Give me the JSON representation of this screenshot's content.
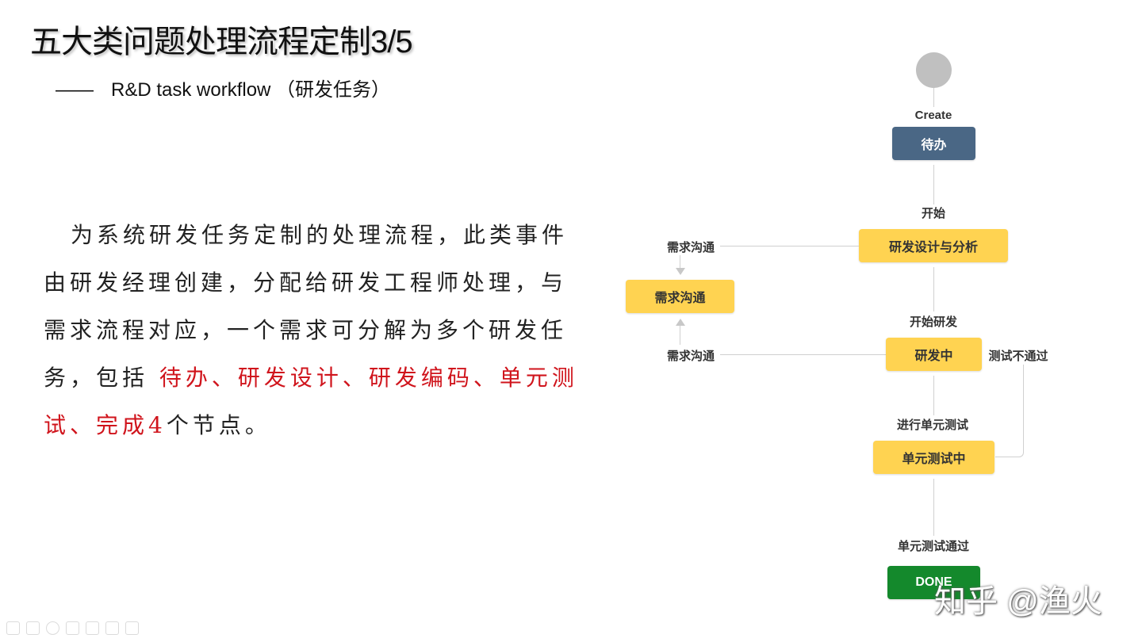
{
  "slide": {
    "title": "五大类问题处理流程定制3/5",
    "subtitle_dash": "——",
    "subtitle": "R&D task workflow （研发任务）",
    "body": {
      "text_1": "为系统研发任务定制的处理流程，此类事件由研发经理创建，分配给研发工程师处理，与需求流程对应，一个需求可分解为多个研发任务，包括 ",
      "highlight": "待办、研发设计、研发编码、单元测试、完成4",
      "text_2": "个节点。"
    }
  },
  "workflow": {
    "create_label": "Create",
    "states": {
      "todo": "待办",
      "design": "研发设计与分析",
      "req_comm": "需求沟通",
      "developing": "研发中",
      "unit_testing": "单元测试中",
      "done": "DONE"
    },
    "transitions": {
      "start": "开始",
      "req_comm_1": "需求沟通",
      "req_comm_2": "需求沟通",
      "start_dev": "开始研发",
      "test_failed": "测试不通过",
      "run_unit_test": "进行单元测试",
      "unit_test_passed": "单元测试通过"
    },
    "colors": {
      "todo": "#4a6785",
      "in_progress": "#ffd351",
      "done": "#14892c",
      "start": "#c0c0c0"
    }
  },
  "watermark": "知乎 @渔火",
  "toolbar_icons": [
    "pen-icon",
    "slides-icon",
    "eraser-icon",
    "highlighter-icon",
    "pointer-icon",
    "camera-icon",
    "remote-icon"
  ]
}
